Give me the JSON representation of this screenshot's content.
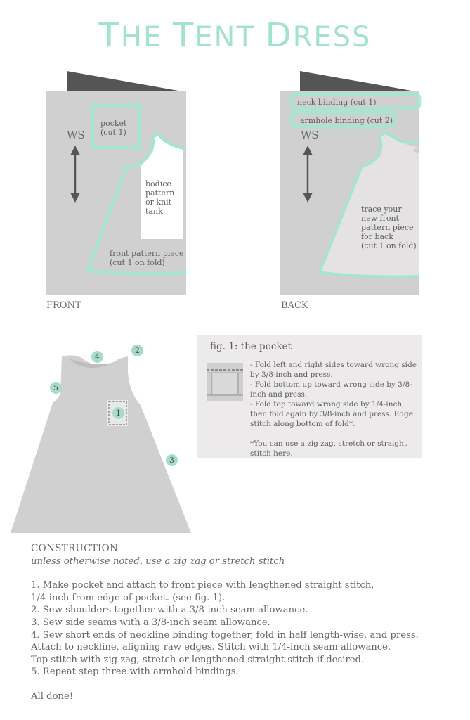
{
  "title": "The Tent Dress",
  "front_panel": {
    "caption": "FRONT",
    "ws_label": "WS",
    "pocket_label_1": "pocket",
    "pocket_label_2": "(cut 1)",
    "bodice_label": [
      "bodice",
      "pattern",
      "or knit",
      "tank"
    ],
    "front_piece_label_1": "front pattern piece",
    "front_piece_label_2": "(cut 1 on fold)"
  },
  "back_panel": {
    "caption": "BACK",
    "ws_label": "WS",
    "neck_binding_label": "neck binding (cut 1)",
    "armhole_binding_label": "armhole binding (cut 2)",
    "trace_label": [
      "trace your",
      "new front",
      "pattern piece",
      "for back",
      "(cut 1 on fold)"
    ]
  },
  "dress_diagram": {
    "markers": [
      "1",
      "2",
      "3",
      "4",
      "5"
    ]
  },
  "fig1": {
    "title": "fig. 1: the pocket",
    "lines": [
      "- Fold left and right sides toward wrong side by 3/8-inch and press.",
      "- Fold bottom up toward wrong side by 3/8-inch and press.",
      "- Fold top toward wrong side by 1/4-inch, then fold again by 3/8-inch and press. Edge stitch along bottom of fold*."
    ],
    "note": "*You can use a zig zag, stretch or straight stitch here."
  },
  "construction": {
    "heading": "CONSTRUCTION",
    "subheading": "unless otherwise noted, use a zig zag or stretch stitch",
    "steps": [
      "1. Make pocket and attach to front piece with lengthened straight stitch,",
      "1/4-inch from edge of pocket. (see fig. 1).",
      "2. Sew shoulders together with a 3/8-inch seam allowance.",
      "3. Sew side seams with a 3/8-inch seam allowance.",
      "4. Sew short ends of neckline binding together, fold in half length-wise, and press.",
      "Attach to neckline, aligning raw edges. Stitch with 1/4-inch seam allowance.",
      "Top  stitch with zig zag, stretch or lengthened straight stitch if desired.",
      "5. Repeat step three with armhold bindings."
    ],
    "closing": "All done!"
  },
  "colors": {
    "mint_accent": "#a3e2cd",
    "fabric_gray": "#cfcfcf",
    "fold_dark": "#555555",
    "panel_bg": "#eceaeb"
  }
}
